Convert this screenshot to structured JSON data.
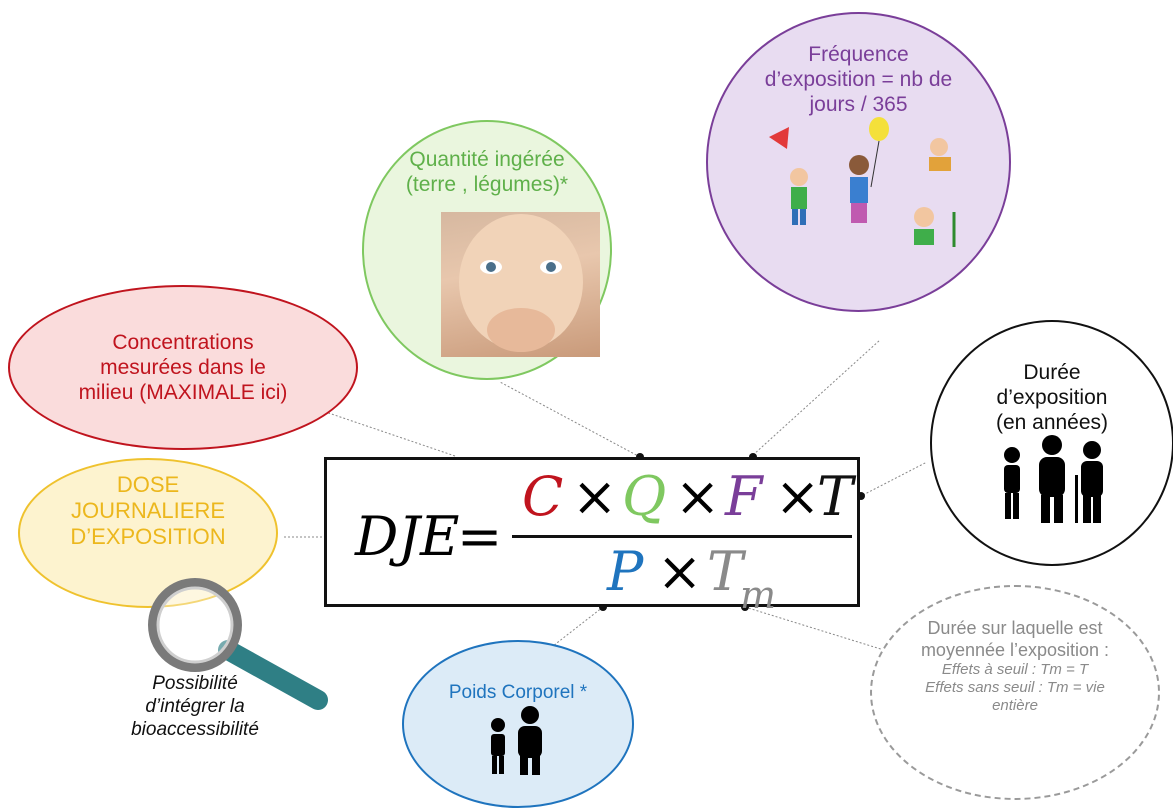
{
  "bubbles": {
    "concentration": [
      "Concentrations",
      "mesurées dans le",
      "milieu (MAXIMALE ici)"
    ],
    "quantity": [
      "Quantité ingérée",
      "(terre , légumes)*"
    ],
    "frequency": [
      "Fréquence",
      "d’exposition = nb de",
      "jours / 365"
    ],
    "duration": [
      "Durée",
      "d’exposition",
      "(en années)"
    ],
    "dose": [
      "DOSE",
      "JOURNALIERE",
      "D’EXPOSITION"
    ],
    "weight": "Poids Corporel *",
    "mean_duration": {
      "title": [
        "Durée sur laquelle est",
        "moyennée l’exposition :"
      ],
      "lines": [
        "Effets à seuil : Tm = T",
        "Effets sans seuil : Tm = vie entière"
      ]
    }
  },
  "note": [
    "Possibilité",
    "d’intégrer la",
    "bioaccessibilité"
  ],
  "formula": {
    "lhs": "DJE",
    "equals": "=",
    "times": "×",
    "numerator": [
      "C",
      "Q",
      "F",
      "T"
    ],
    "denominator": [
      "P",
      "T"
    ],
    "subscript": "m"
  },
  "colors": {
    "C": "#c0141e",
    "Q": "#7fc860",
    "F": "#7a3e99",
    "T": "#111111",
    "P": "#1f74be",
    "Tm": "#8a8a8a"
  }
}
